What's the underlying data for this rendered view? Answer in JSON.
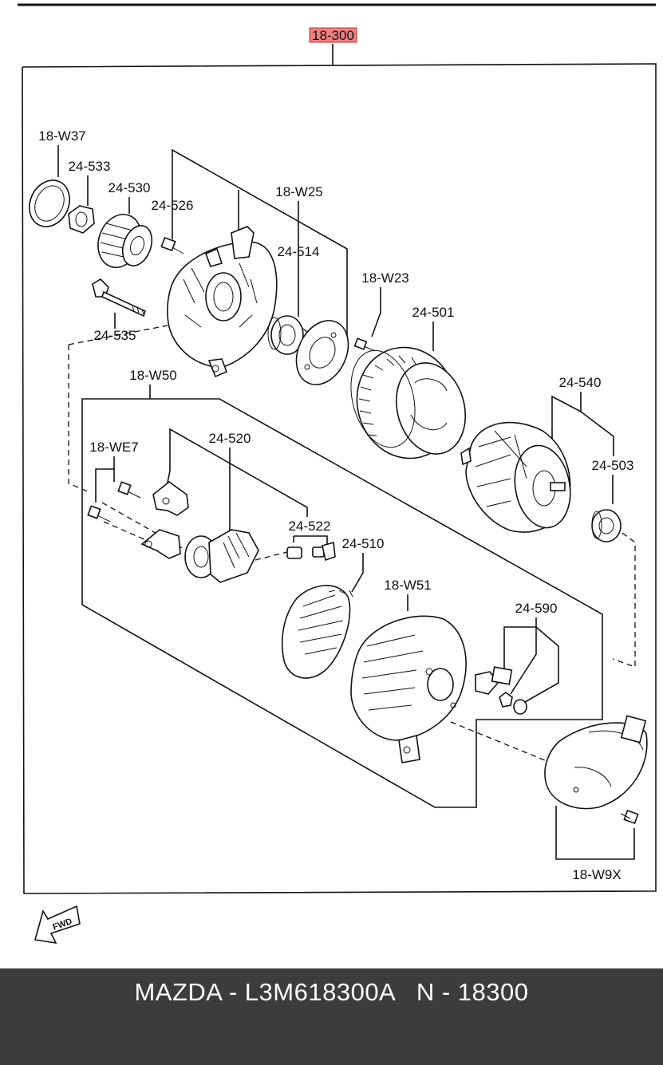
{
  "diagram": {
    "assembly_label": "18-300",
    "assembly_highlight_color": "#f08080",
    "labels": {
      "w37": "18-W37",
      "p533": "24-533",
      "p530": "24-530",
      "p526": "24-526",
      "w25": "18-W25",
      "p514": "24-514",
      "w23": "18-W23",
      "p501": "24-501",
      "p535": "24-535",
      "w50": "18-W50",
      "p540": "24-540",
      "p503": "24-503",
      "we7": "18-WE7",
      "p520": "24-520",
      "p522": "24-522",
      "p510": "24-510",
      "w51": "18-W51",
      "p590": "24-590",
      "w9x": "18-W9X"
    },
    "fwd_label": "FWD"
  },
  "footer": {
    "text": "MAZDA - L3M618300A   N - 18300",
    "background": "#3c3c3c"
  }
}
